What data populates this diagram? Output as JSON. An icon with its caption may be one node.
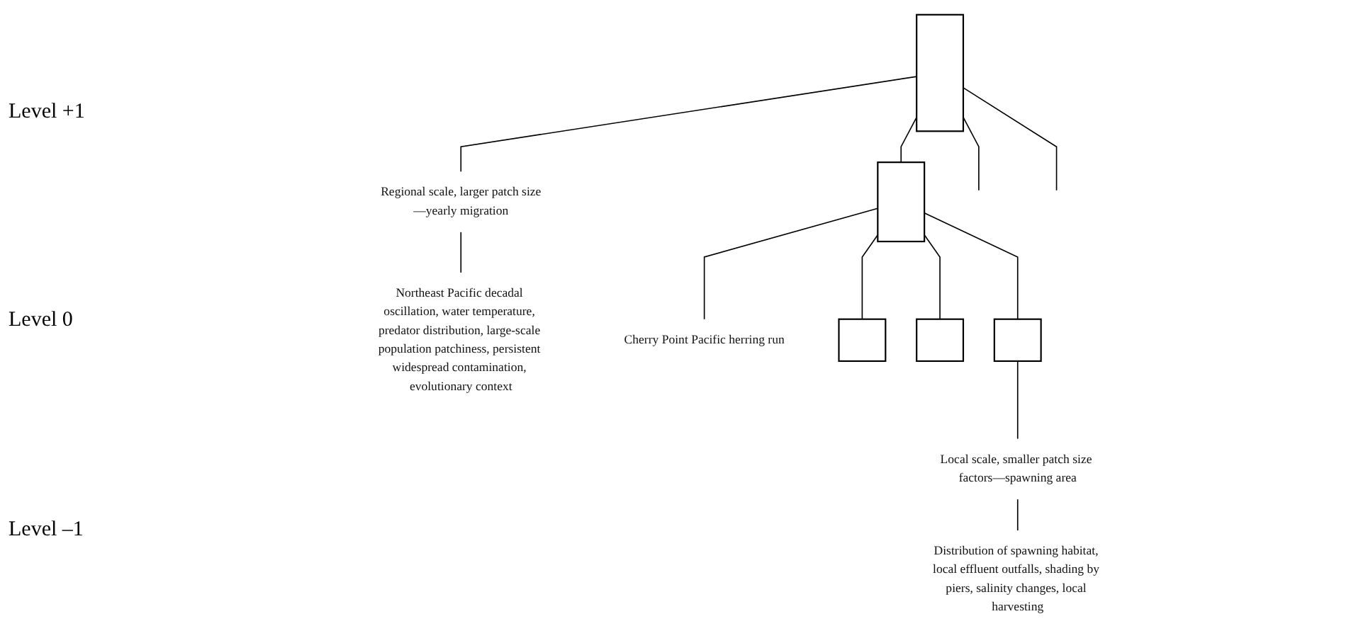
{
  "diagram": {
    "nodes": [
      {
        "text": [],
        "shape": "box"
      },
      {
        "text": [
          "Regional scale, larger patch size—yearly migration"
        ]
      },
      {
        "text": [
          "Northeast Pacific decadal oscillation, water temperature, predator distribution, large-scale population patchiness, persistent widespread contamination, evolutionary context"
        ]
      },
      {
        "text": [],
        "shape": "box"
      },
      {
        "text": [
          "Cherry Point Pacific herring run"
        ]
      },
      {
        "text": [],
        "shape": "box"
      },
      {
        "text": [],
        "shape": "box"
      },
      {
        "text": [],
        "shape": "box"
      },
      {
        "text": [
          "Local scale, smaller patch size factors—spawning area"
        ]
      },
      {
        "text": [
          "Distribution of spawning habitat, local effluent outfalls, shading by piers, salinity changes, local harvesting"
        ]
      }
    ],
    "edges": [
      {
        "from": 0,
        "to": 1,
        "arrow": "none"
      },
      {
        "from": 1,
        "to": 2,
        "arrow": "none"
      },
      {
        "from": 0,
        "to": null,
        "arrow": "none"
      },
      {
        "from": 0,
        "to": null,
        "arrow": "none"
      },
      {
        "from": 0,
        "to": 3,
        "arrow": "none"
      },
      {
        "from": 3,
        "to": 4,
        "arrow": "none"
      },
      {
        "from": 3,
        "to": 5,
        "arrow": "none"
      },
      {
        "from": 3,
        "to": 6,
        "arrow": "none"
      },
      {
        "from": 3,
        "to": 7,
        "arrow": "none"
      },
      {
        "from": 7,
        "to": 8,
        "arrow": "none"
      },
      {
        "from": 8,
        "to": 9,
        "arrow": "none"
      }
    ],
    "labels": [
      "Level +1",
      "Level 0",
      "Level –1"
    ]
  }
}
